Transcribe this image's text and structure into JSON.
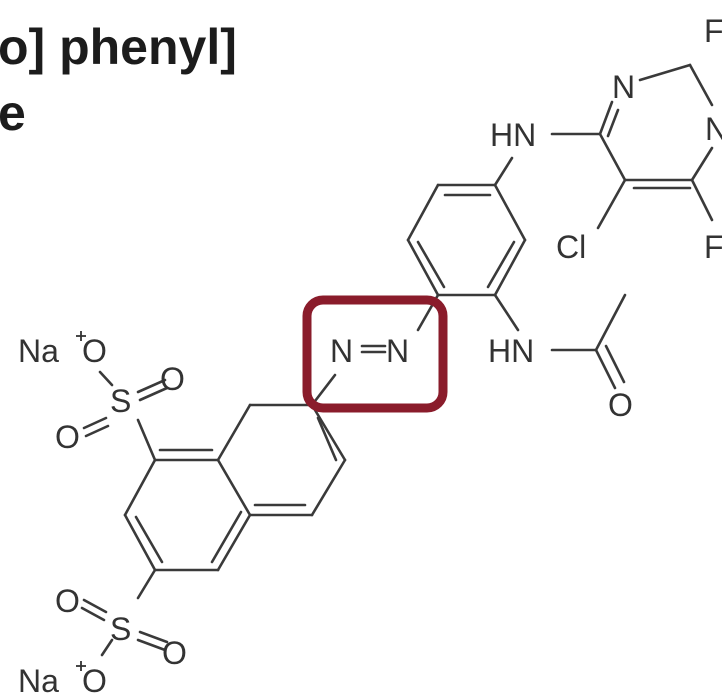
{
  "title": {
    "line1": "o] phenyl]",
    "line2": "e"
  },
  "molecule": {
    "atom_labels": {
      "n_top": "N",
      "f_top": "F",
      "n_right": "N",
      "hn_upper": "HN",
      "cl": "Cl",
      "f_lower": "F",
      "na_upper": "Na",
      "o_upper_left": "O",
      "o_upper_right": "O",
      "s_upper": "S",
      "o_upper_low": "O",
      "azo_n_left": "N",
      "azo_n_right": "N",
      "hn_lower": "HN",
      "o_acetyl": "O",
      "o_lower_top": "O",
      "s_lower": "S",
      "o_lower_right": "O",
      "na_lower": "Na",
      "o_lower_left": "O"
    },
    "highlight_color": "#8a1c2b",
    "bond_color": "#3a3a3a"
  }
}
